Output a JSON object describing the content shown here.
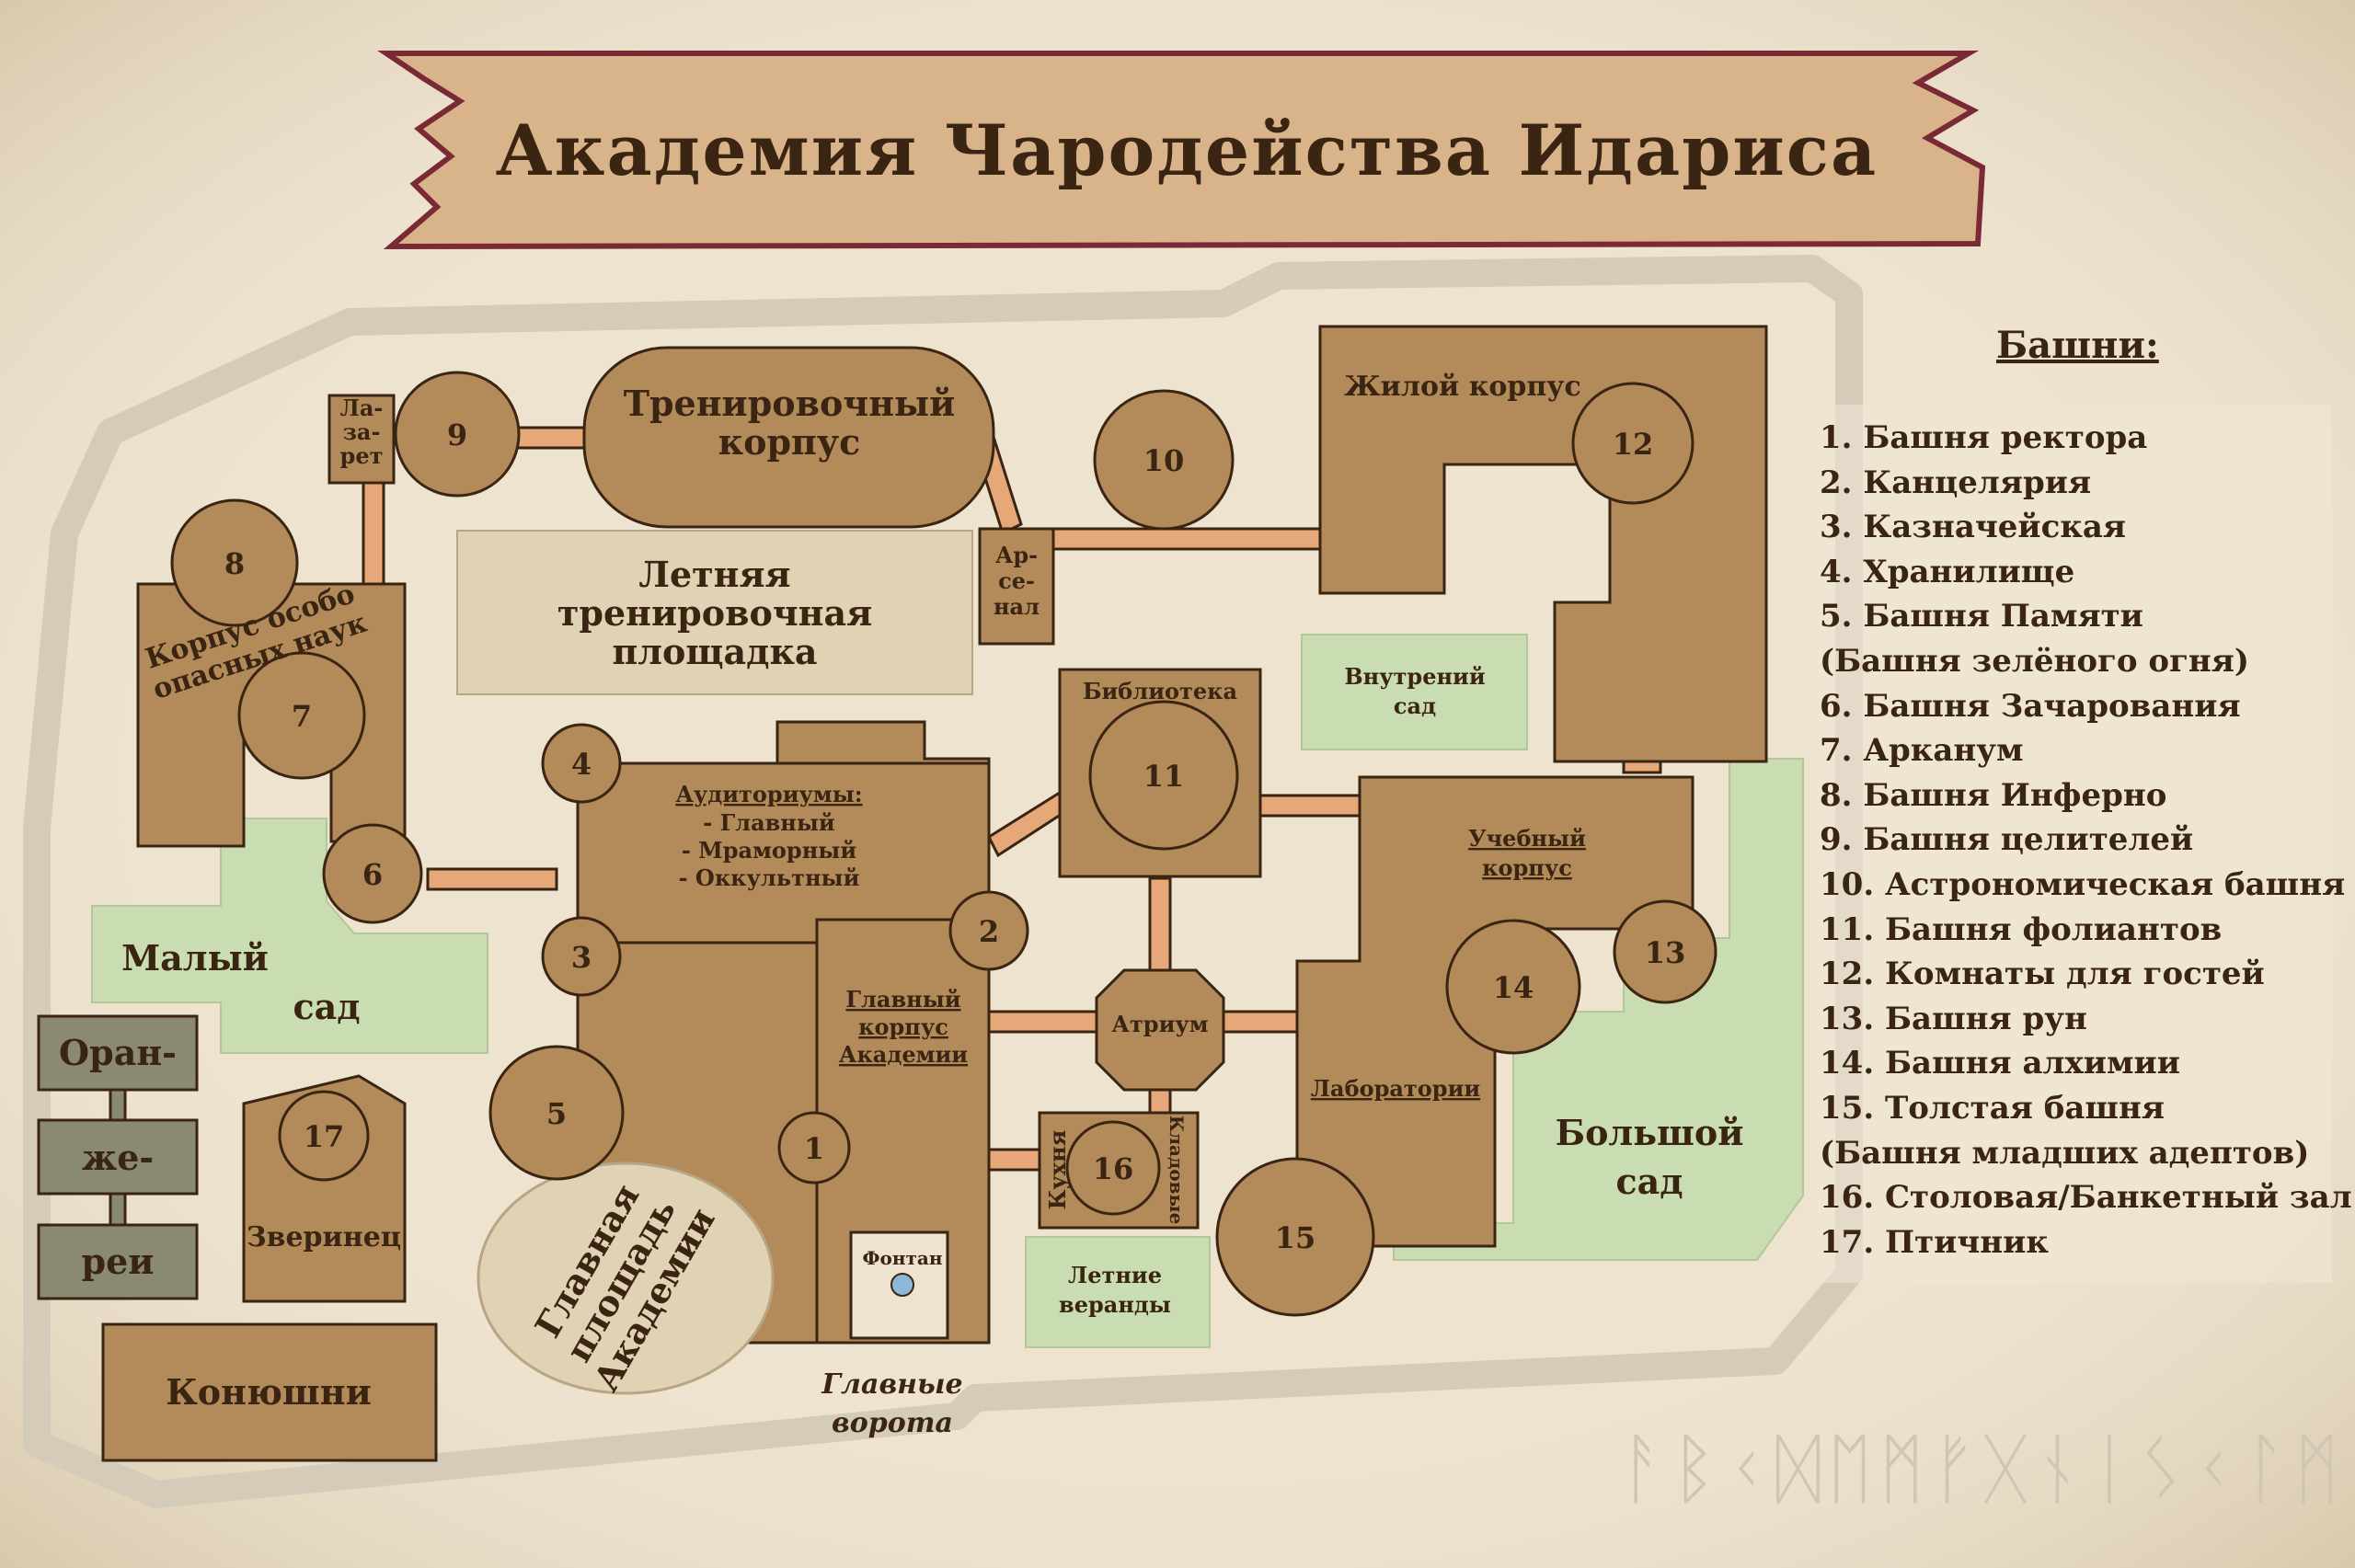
{
  "title": "Академия Чародейства Идариса",
  "colors": {
    "parchment": "#ede3cf",
    "building": "#b38a5a",
    "building_stroke": "#3a2412",
    "garden": "#c9dcb2",
    "path": "#e6a878",
    "light_area": "#e0d2b4",
    "wall": "#d4cbb8",
    "banner": "#d9b48a",
    "banner_edge": "#7a2a36",
    "fountain": "#8fb7d8"
  },
  "buildings": {
    "training": "Тренировочный корпус",
    "infirmary": "Ла-за-рет",
    "arsenal": "Ар-се-нал",
    "residential": "Жилой корпус",
    "summer_ground": "Летняя тренировочная площадка",
    "dangerous": "Корпус особо опасных наук",
    "auditoriums_title": "Аудиториумы:",
    "auditorium_main": "- Главный",
    "auditorium_marble": "- Мраморный",
    "auditorium_occult": "- Оккультный",
    "library": "Библиотека",
    "inner_garden": "Внутрений сад",
    "study": "Учебный корпус",
    "small_garden_1": "Малый",
    "small_garden_2": "сад",
    "main_building": "Главный корпус Академии",
    "atrium": "Атриум",
    "laboratories": "Лаборатории",
    "big_garden_1": "Большой",
    "big_garden_2": "сад",
    "orangery_1": "Оран-",
    "orangery_2": "же-",
    "orangery_3": "реи",
    "menagerie": "Зверинец",
    "kitchen": "Кухня",
    "storerooms": "Кладовые",
    "fountain": "Фонтан",
    "summer_verandas": "Летние веранды",
    "main_square": "Главная площадь Академии",
    "stables": "Конюшни",
    "main_gates": "Главные ворота"
  },
  "tower_numbers": [
    "1",
    "2",
    "3",
    "4",
    "5",
    "6",
    "7",
    "8",
    "9",
    "10",
    "11",
    "12",
    "13",
    "14",
    "15",
    "16",
    "17"
  ],
  "legend": {
    "title": "Башни:",
    "items": [
      "1. Башня ректора",
      "2. Канцелярия",
      "3. Казначейская",
      "4. Хранилище",
      "5. Башня Памяти",
      "(Башня зелёного огня)",
      "6. Башня Зачарования",
      "7. Арканум",
      "8. Башня Инферно",
      "9. Башня целителей",
      "10. Астрономическая башня",
      "11. Башня фолиантов",
      "12. Комнаты для гостей",
      "13. Башня рун",
      "14. Башня алхимии",
      "15. Толстая башня",
      "(Башня младших адептов)",
      "16. Столовая/Банкетный зал",
      "17. Птичник"
    ]
  },
  "runes": "ᚨᛒᚲᛞᛖᛗᚠᚷᚾᛁᛊᚲᛚᛗ"
}
